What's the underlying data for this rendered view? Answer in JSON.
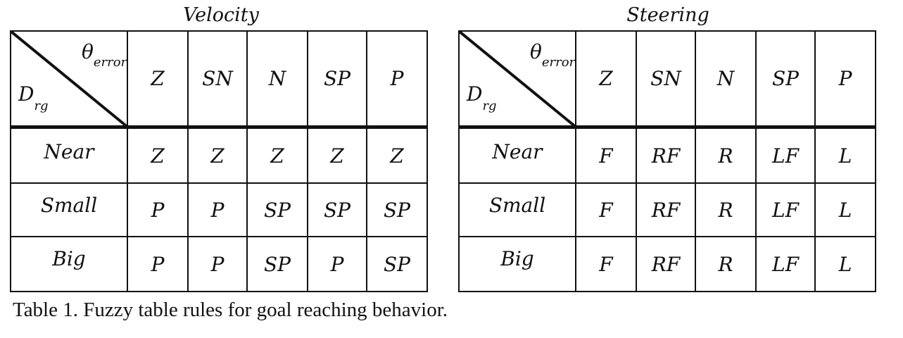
{
  "tables": [
    {
      "title": "Velocity",
      "corner": {
        "theta": "θ",
        "theta_sub": "error",
        "d": "D",
        "d_sub": "rg"
      },
      "columns": [
        "Z",
        "SN",
        "N",
        "SP",
        "P"
      ],
      "rows": [
        {
          "label": "Near",
          "cells": [
            "Z",
            "Z",
            "Z",
            "Z",
            "Z"
          ]
        },
        {
          "label": "Small",
          "cells": [
            "P",
            "P",
            "SP",
            "SP",
            "SP"
          ]
        },
        {
          "label": "Big",
          "cells": [
            "P",
            "P",
            "SP",
            "P",
            "SP"
          ]
        }
      ]
    },
    {
      "title": "Steering",
      "corner": {
        "theta": "θ",
        "theta_sub": "error",
        "d": "D",
        "d_sub": "rg"
      },
      "columns": [
        "Z",
        "SN",
        "N",
        "SP",
        "P"
      ],
      "rows": [
        {
          "label": "Near",
          "cells": [
            "F",
            "RF",
            "R",
            "LF",
            "L"
          ]
        },
        {
          "label": "Small",
          "cells": [
            "F",
            "RF",
            "R",
            "LF",
            "L"
          ]
        },
        {
          "label": "Big",
          "cells": [
            "F",
            "RF",
            "R",
            "LF",
            "L"
          ]
        }
      ]
    }
  ],
  "caption": "Table 1. Fuzzy table rules for goal reaching behavior."
}
